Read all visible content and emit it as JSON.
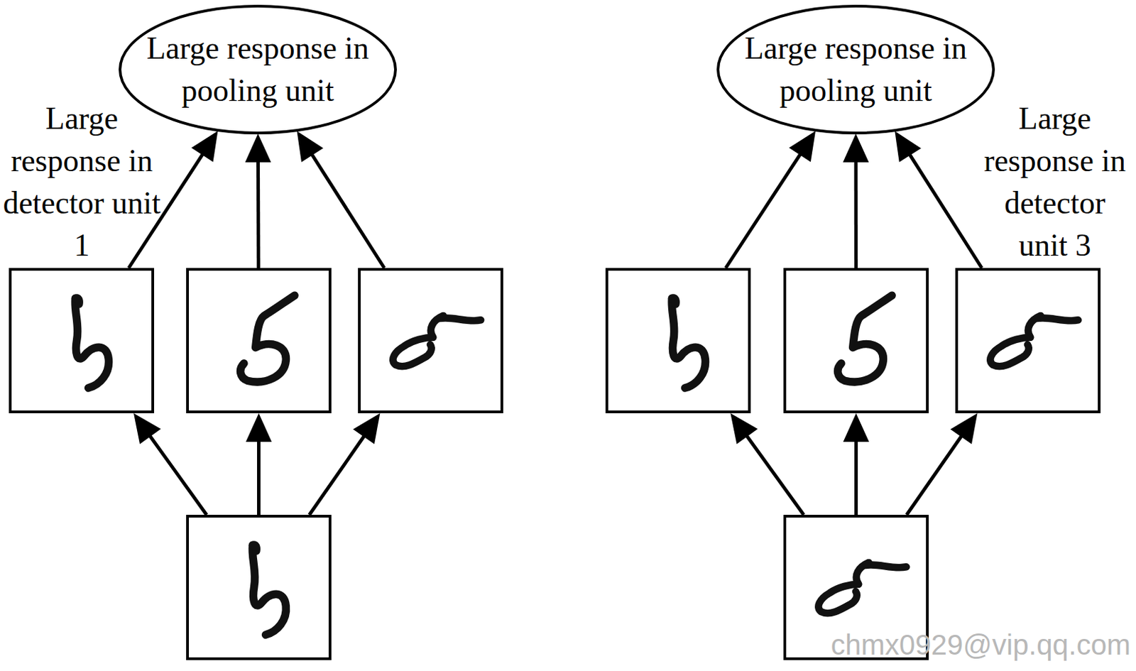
{
  "diagram": {
    "nodes": [
      {
        "text": [
          "Large response in pooling unit"
        ]
      },
      {
        "text": [
          "Large response in pooling unit"
        ]
      },
      {
        "text": [
          "Large response in detector unit 1"
        ]
      },
      {
        "text": []
      },
      {
        "text": []
      },
      {
        "text": []
      },
      {
        "text": []
      },
      {
        "text": [
          "Large response in detector unit 3"
        ]
      },
      {
        "text": []
      },
      {
        "text": []
      }
    ],
    "edges": [
      {
        "from": 2,
        "to": 0,
        "arrow": "to"
      },
      {
        "from": 3,
        "to": 0,
        "arrow": "to"
      },
      {
        "from": 4,
        "to": 0,
        "arrow": "to"
      },
      {
        "from": 5,
        "to": 1,
        "arrow": "to"
      },
      {
        "from": 6,
        "to": 1,
        "arrow": "to"
      },
      {
        "from": 7,
        "to": 1,
        "arrow": "to"
      },
      {
        "from": 8,
        "to": 2,
        "arrow": "to"
      },
      {
        "from": 8,
        "to": 3,
        "arrow": "to"
      },
      {
        "from": 8,
        "to": 4,
        "arrow": "to"
      },
      {
        "from": 9,
        "to": 5,
        "arrow": "to"
      },
      {
        "from": 9,
        "to": 6,
        "arrow": "to"
      },
      {
        "from": 9,
        "to": 7,
        "arrow": "to"
      }
    ],
    "labels": [
      "chmx0929@vip.qq.com"
    ]
  }
}
